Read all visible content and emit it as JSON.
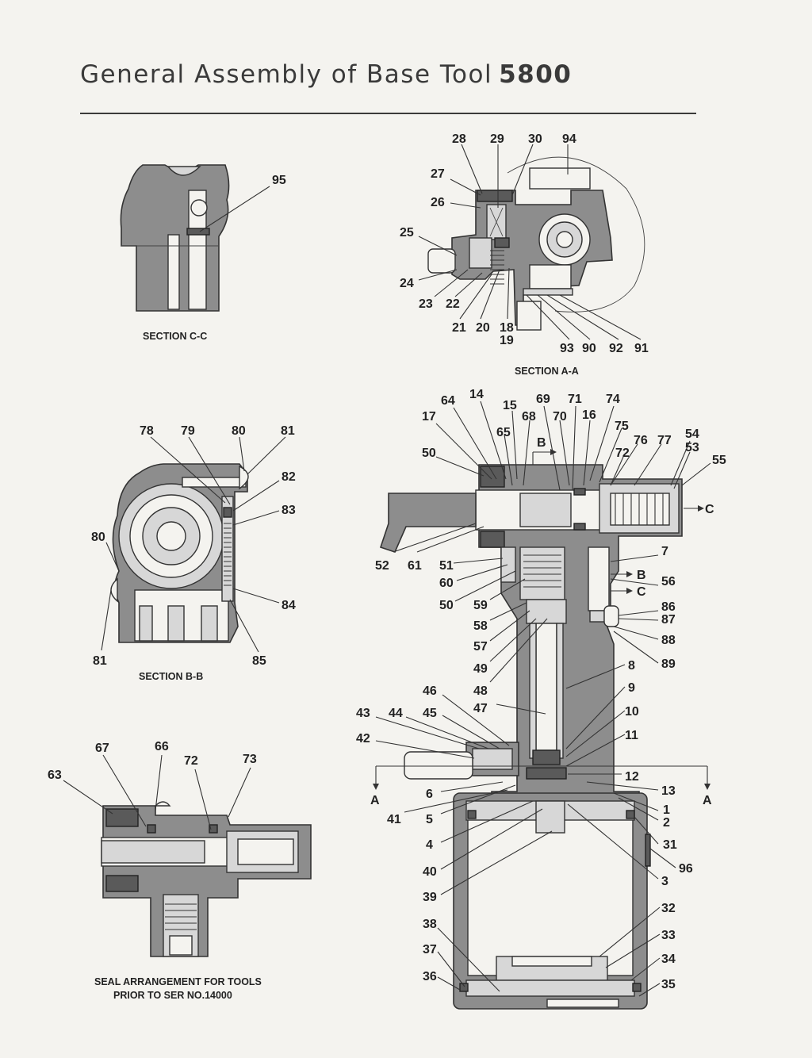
{
  "title": {
    "text": "General Assembly of Base Tool",
    "model": "5800"
  },
  "sections": {
    "cc": "SECTION C-C",
    "aa": "SECTION A-A",
    "bb": "SECTION B-B",
    "seal_line1": "SEAL ARRANGEMENT FOR TOOLS",
    "seal_line2": "PRIOR TO SER NO.14000"
  },
  "callouts": {
    "cc": [
      "95"
    ],
    "aa": [
      "28",
      "29",
      "30",
      "94",
      "27",
      "26",
      "25",
      "24",
      "23",
      "22",
      "21",
      "20",
      "18",
      "19",
      "93",
      "90",
      "92",
      "91"
    ],
    "bb": [
      "78",
      "79",
      "80",
      "81",
      "82",
      "83",
      "80",
      "84",
      "81",
      "85"
    ],
    "seal": [
      "67",
      "66",
      "63",
      "72",
      "73"
    ],
    "main": [
      "64",
      "14",
      "15",
      "69",
      "71",
      "74",
      "17",
      "65",
      "68",
      "70",
      "16",
      "75",
      "76",
      "77",
      "54",
      "53",
      "55",
      "50",
      "72",
      "52",
      "61",
      "51",
      "60",
      "50",
      "59",
      "58",
      "57",
      "49",
      "48",
      "47",
      "46",
      "43",
      "44",
      "45",
      "42",
      "41",
      "5",
      "6",
      "4",
      "40",
      "39",
      "38",
      "37",
      "36",
      "7",
      "56",
      "86",
      "87",
      "88",
      "89",
      "8",
      "9",
      "10",
      "11",
      "12",
      "13",
      "1",
      "2",
      "31",
      "96",
      "3",
      "32",
      "33",
      "34",
      "35"
    ]
  },
  "arrows": {
    "b": "B",
    "c": "C",
    "a": "A"
  }
}
